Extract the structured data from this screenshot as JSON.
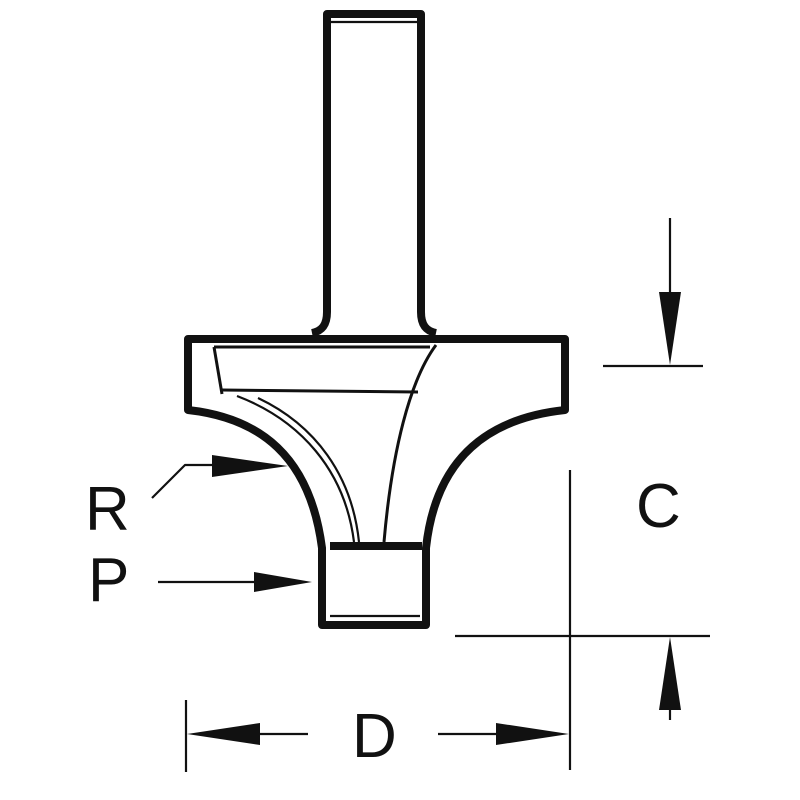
{
  "labels": {
    "radius": "R",
    "pilot": "P",
    "cut_depth": "C",
    "diameter": "D"
  },
  "colors": {
    "ink": "#111111",
    "background": "#ffffff"
  }
}
